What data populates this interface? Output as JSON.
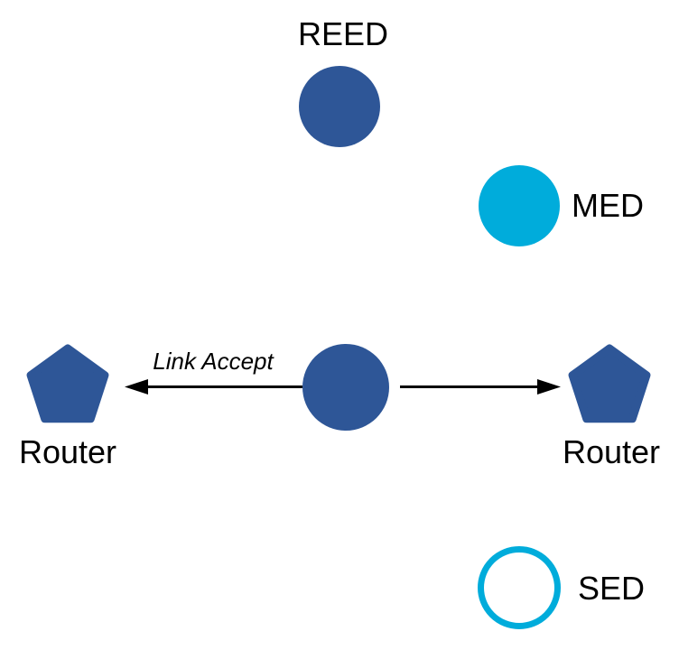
{
  "diagram": {
    "colors": {
      "dark_blue": "#2E5697",
      "cyan": "#00ACDB",
      "arrow_black": "#000000",
      "background": "#FFFFFF",
      "label_text": "#000000"
    },
    "nodes": [
      {
        "id": "reed",
        "label": "REED",
        "shape": "circle",
        "fill": "#2E5697"
      },
      {
        "id": "med",
        "label": "MED",
        "shape": "circle",
        "fill": "#00ACDB"
      },
      {
        "id": "parent",
        "label": "",
        "shape": "circle",
        "fill": "#2E5697"
      },
      {
        "id": "router-left",
        "label": "Router",
        "shape": "pentagon",
        "fill": "#2E5697"
      },
      {
        "id": "router-right",
        "label": "Router",
        "shape": "pentagon",
        "fill": "#2E5697"
      },
      {
        "id": "sed",
        "label": "SED",
        "shape": "circle-outline",
        "stroke": "#00ACDB"
      }
    ],
    "edges": [
      {
        "id": "left-arrow",
        "label": "Link Accept",
        "from": "parent",
        "to": "router-left",
        "direction": "left"
      },
      {
        "id": "right-arrow",
        "label": "",
        "from": "parent",
        "to": "router-right",
        "direction": "right"
      }
    ]
  }
}
